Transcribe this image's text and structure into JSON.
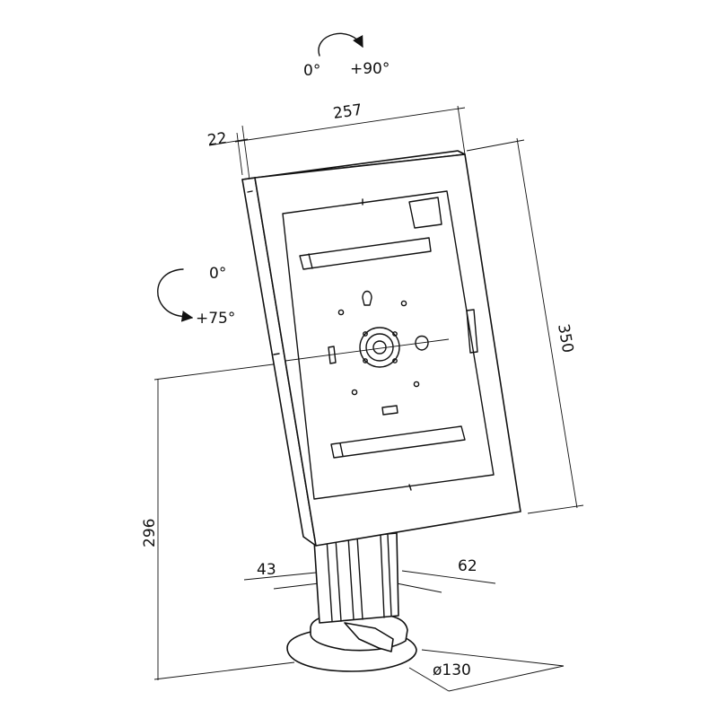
{
  "rotation_top": {
    "from": "0°",
    "to": "+90°"
  },
  "rotation_side": {
    "from": "0°",
    "to": "+75°"
  },
  "dimensions": {
    "width": "257",
    "depth": "22",
    "height": "350",
    "stand_height": "296",
    "column_depth": "43",
    "column_width": "62",
    "base_diameter": "ø130"
  },
  "colors": {
    "line": "#111111",
    "background": "#ffffff"
  }
}
